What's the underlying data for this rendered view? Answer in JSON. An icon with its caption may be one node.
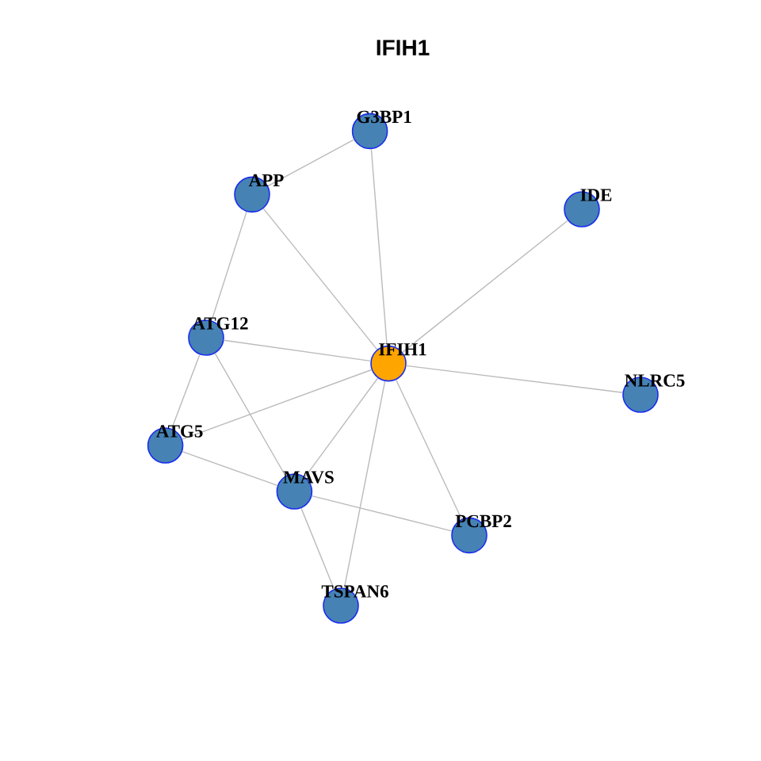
{
  "diagram": {
    "title": "IFIH1",
    "nodes": [
      {
        "text": [
          "G3BP1"
        ]
      },
      {
        "text": [
          "APP"
        ]
      },
      {
        "text": [
          "IDE"
        ]
      },
      {
        "text": [
          "ATG12"
        ]
      },
      {
        "text": [
          "IFIH1"
        ]
      },
      {
        "text": [
          "NLRC5"
        ]
      },
      {
        "text": [
          "ATG5"
        ]
      },
      {
        "text": [
          "MAVS"
        ]
      },
      {
        "text": [
          "PCBP2"
        ]
      },
      {
        "text": [
          "TSPAN6"
        ]
      }
    ],
    "edges": [
      {
        "from": 0,
        "to": 1,
        "arrow": "none"
      },
      {
        "from": 0,
        "to": 4,
        "arrow": "none"
      },
      {
        "from": 1,
        "to": 4,
        "arrow": "none"
      },
      {
        "from": 1,
        "to": 3,
        "arrow": "none"
      },
      {
        "from": 2,
        "to": 4,
        "arrow": "none"
      },
      {
        "from": 3,
        "to": 4,
        "arrow": "none"
      },
      {
        "from": 3,
        "to": 6,
        "arrow": "none"
      },
      {
        "from": 3,
        "to": 7,
        "arrow": "none"
      },
      {
        "from": 4,
        "to": 5,
        "arrow": "none"
      },
      {
        "from": 4,
        "to": 6,
        "arrow": "none"
      },
      {
        "from": 4,
        "to": 7,
        "arrow": "none"
      },
      {
        "from": 4,
        "to": 8,
        "arrow": "none"
      },
      {
        "from": 4,
        "to": 9,
        "arrow": "none"
      },
      {
        "from": 6,
        "to": 7,
        "arrow": "none"
      },
      {
        "from": 7,
        "to": 8,
        "arrow": "none"
      },
      {
        "from": 7,
        "to": 9,
        "arrow": "none"
      }
    ]
  }
}
